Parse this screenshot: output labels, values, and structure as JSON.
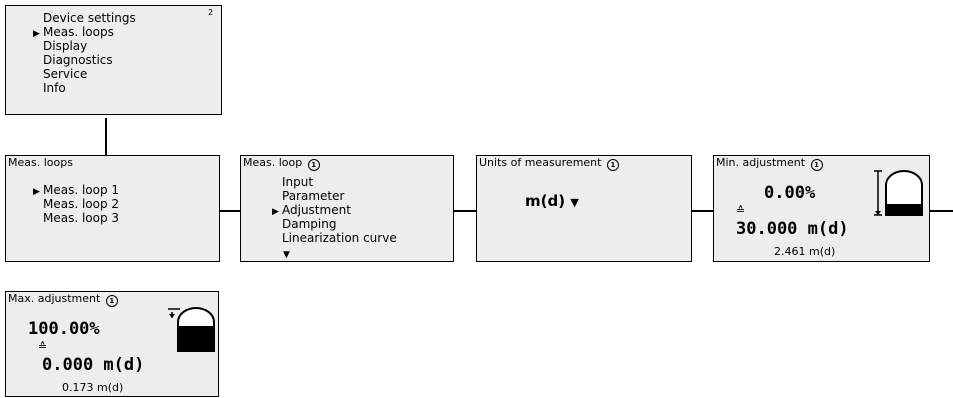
{
  "main_menu": {
    "page_number": "2",
    "items": [
      "Device settings",
      "Meas. loops",
      "Display",
      "Diagnostics",
      "Service",
      "Info"
    ],
    "selected_index": 1
  },
  "meas_loops": {
    "title": "Meas. loops",
    "items": [
      "Meas. loop 1",
      "Meas. loop 2",
      "Meas. loop 3"
    ],
    "selected_index": 0
  },
  "meas_loop": {
    "title": "Meas. loop",
    "loop_number": "1",
    "items": [
      "Input",
      "Parameter",
      "Adjustment",
      "Damping",
      "Linearization curve"
    ],
    "selected_index": 2
  },
  "units": {
    "title": "Units of measurement",
    "loop_number": "1",
    "value": "m(d)"
  },
  "min_adjustment": {
    "title": "Min. adjustment",
    "loop_number": "1",
    "percent": "0.00%",
    "equals_symbol": "≙",
    "value": "30.000 m(d)",
    "current": "2.461 m(d)"
  },
  "max_adjustment": {
    "title": "Max. adjustment",
    "loop_number": "1",
    "percent": "100.00%",
    "equals_symbol": "≙",
    "value": "0.000 m(d)",
    "current": "0.173 m(d)"
  },
  "icons": {
    "selection_marker": "triangle-right-icon",
    "dropdown": "triangle-down-icon",
    "scroll_more": "triangle-down-icon",
    "loop_badge": "circled-number-icon",
    "tank_empty": "tank-empty-icon",
    "tank_full": "tank-full-icon"
  }
}
